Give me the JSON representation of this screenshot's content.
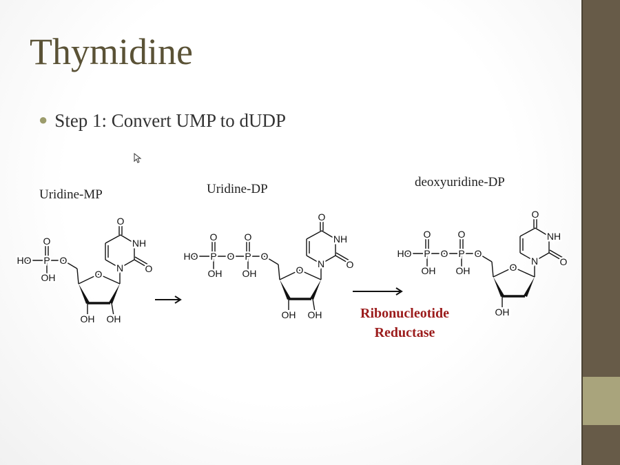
{
  "slide": {
    "title": "Thymidine",
    "bullet": "Step 1: Convert UMP to dUDP",
    "labels": {
      "ump": "Uridine-MP",
      "udp": "Uridine-DP",
      "dudp": "deoxyuridine-DP"
    },
    "enzyme": [
      "Ribonucleotide",
      "Reductase"
    ],
    "atoms": {
      "HO": "HO",
      "OH": "OH",
      "P": "P",
      "O": "O",
      "NH": "NH",
      "N": "N"
    }
  },
  "colors": {
    "sidebar": "#675b48",
    "sidebar_band": "#a9a47c",
    "enzyme": "#9b1c1c",
    "title": "#5a5236"
  }
}
